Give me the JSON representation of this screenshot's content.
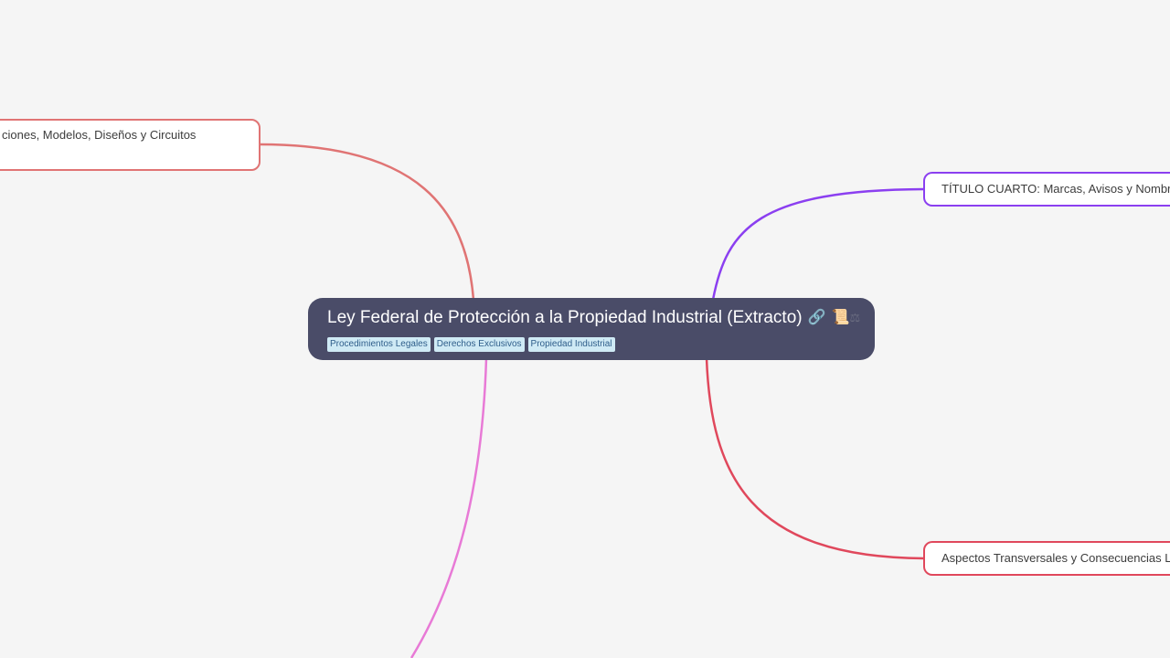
{
  "central": {
    "title": "Ley Federal de Protección a la Propiedad Industrial (Extracto)",
    "icons": [
      "link-icon",
      "scroll-icon",
      "scales-icon"
    ],
    "tags": [
      "Procedimientos Legales",
      "Derechos Exclusivos",
      "Propiedad Industrial"
    ]
  },
  "branches": {
    "top_left": {
      "label": "ciones, Modelos, Diseños y Circuitos",
      "color": "#e07474"
    },
    "top_right": {
      "label": "TÍTULO CUARTO: Marcas, Avisos y Nombres Comerciales",
      "color": "#8b3ff0"
    },
    "bottom_right": {
      "label": "Aspectos Transversales y Consecuencias Legales",
      "color": "#e0485c"
    },
    "bottom_left": {
      "label": "",
      "color": "#e87ad6"
    }
  },
  "colors": {
    "background": "#f5f5f5",
    "central_node": "#4a4c68",
    "tag_background": "#cfeaf5",
    "tag_text": "#2e5d8a"
  }
}
